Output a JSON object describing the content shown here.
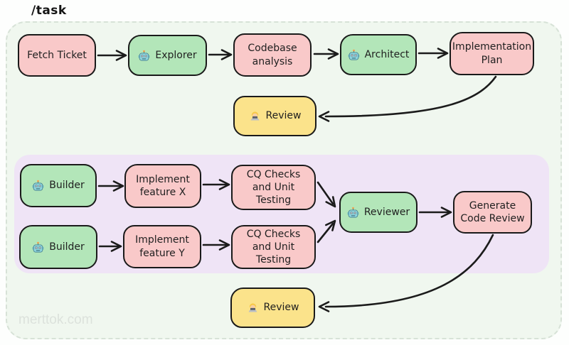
{
  "title": "/task",
  "watermark": "merttok.com",
  "colors": {
    "agent_green": "#b3e6b9",
    "task_pink": "#f9c9c9",
    "review_yellow": "#fbe38b",
    "parallel_panel_purple": "#efe4f6",
    "container_mint": "#f0f7ef",
    "stroke_black": "#1a1a1a"
  },
  "nodes": {
    "fetch_ticket": {
      "label": "Fetch Ticket"
    },
    "explorer": {
      "label": "Explorer",
      "icon": "robot"
    },
    "codebase_analysis": {
      "label": "Codebase analysis"
    },
    "architect": {
      "label": "Architect",
      "icon": "robot"
    },
    "implementation_plan": {
      "label": "Implementation Plan"
    },
    "review_top": {
      "label": "Review",
      "icon": "technologist"
    },
    "builder_x": {
      "label": "Builder",
      "icon": "robot"
    },
    "implement_feature_x": {
      "label": "Implement feature X"
    },
    "cq_checks_x": {
      "label": "CQ Checks and Unit Testing"
    },
    "builder_y": {
      "label": "Builder",
      "icon": "robot"
    },
    "implement_feature_y": {
      "label": "Implement feature Y"
    },
    "cq_checks_y": {
      "label": "CQ Checks and Unit Testing"
    },
    "reviewer": {
      "label": "Reviewer",
      "icon": "robot"
    },
    "generate_code_review": {
      "label": "Generate Code Review"
    },
    "review_bottom": {
      "label": "Review",
      "icon": "technologist"
    }
  }
}
